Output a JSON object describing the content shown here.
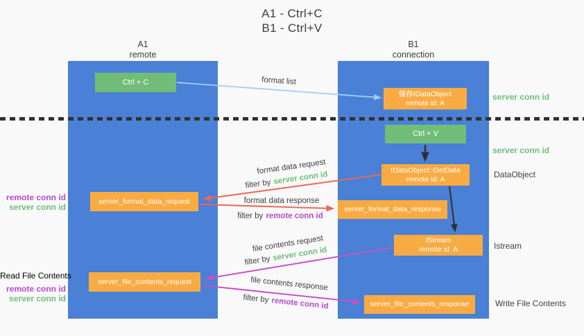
{
  "title": {
    "line1": "A1 - Ctrl+C",
    "line2": "B1 - Ctrl+V"
  },
  "lanes": {
    "left": {
      "name": "A1",
      "subtitle": "remote"
    },
    "right": {
      "name": "B1",
      "subtitle": "connection"
    }
  },
  "nodes": {
    "ctrl_c": "Ctrl + C",
    "ctrl_v": "Ctrl + V",
    "save_idataobject": {
      "line1": "保存IDataObject",
      "line2": "remote id: A"
    },
    "getdata": {
      "line1": "IDataObject::GetData",
      "line2": "remote id: A"
    },
    "istream": {
      "line1": "IStream",
      "line2": "remote id: A"
    },
    "format_request": "server_format_data_request",
    "format_response": "server_format_data_response",
    "file_request": "server_file_contents_request",
    "file_response": "server_file_contents_response"
  },
  "edge_labels": {
    "format_list": "format list",
    "format_data_request": "format data request",
    "format_data_response": "format data response",
    "file_contents_request": "file contents request",
    "file_contents_response": "file contents response",
    "filter_by": "filter by",
    "server_conn_id": "server conn id",
    "remote_conn_id": "remote conn id"
  },
  "side_labels": {
    "server_conn_id": "server conn id",
    "remote_conn_id": "remote conn id",
    "dataobject": "DataObject",
    "istream": "Istream",
    "read_file_contents": "Read File Contents",
    "write_file_contents": "Write File Contents"
  },
  "colors": {
    "background": "#f9f9f9",
    "lane_blue": "#4a80d6",
    "node_green": "#71bd78",
    "node_orange": "#f8ab42",
    "arrow_blue": "#a6cef2",
    "arrow_red": "#e8695d",
    "arrow_magenta": "#c653c6",
    "arrow_black": "#2f2f2f",
    "text_green": "#6fbe77",
    "text_purple": "#b44bcd",
    "text_dark": "#3f3f3f"
  }
}
